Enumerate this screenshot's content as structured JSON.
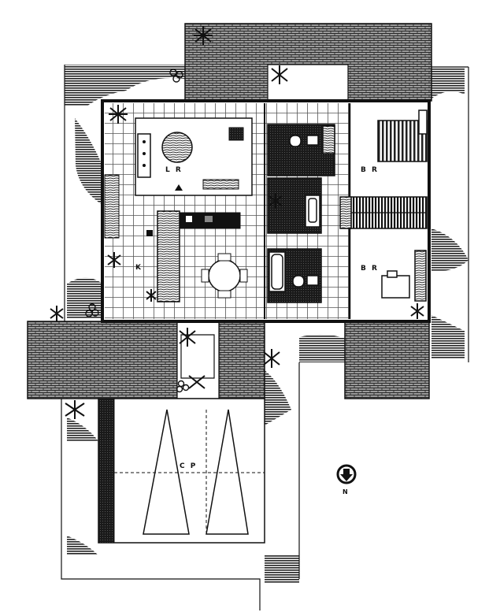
{
  "rooms": {
    "living": "L R",
    "bedroom_1": "B R",
    "bedroom_2": "B R",
    "kitchen": "K",
    "carport": "C P"
  },
  "north_arrow": {
    "label": "N",
    "symbol": "north-arrow-icon"
  },
  "colors": {
    "ink": "#111111",
    "paper": "#ffffff",
    "tile_grid": "#555555",
    "hatch": "#222222",
    "shading": "#444444"
  }
}
